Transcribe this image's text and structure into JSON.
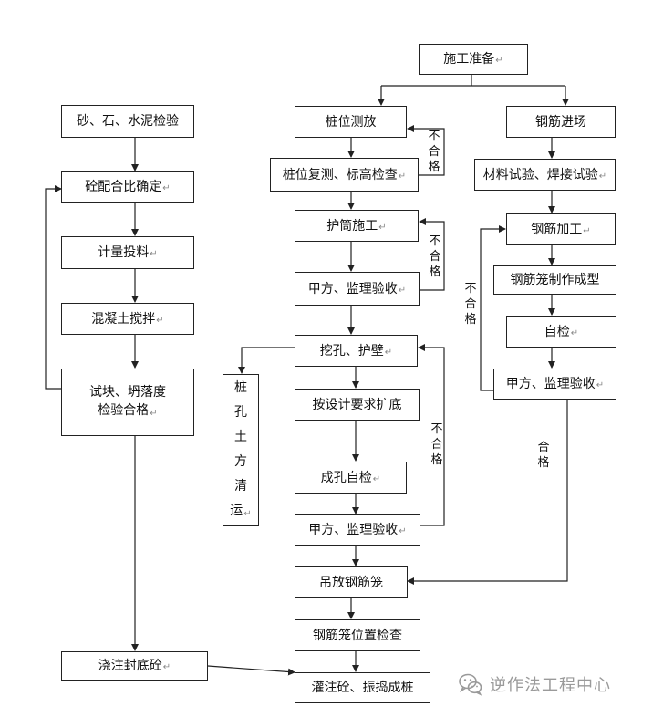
{
  "diagram": {
    "left_column": {
      "sand_stone_cement_test": "砂、石、水泥检验",
      "mix_ratio_determination": "砼配合比确定",
      "metering_feeding": "计量投料",
      "concrete_mixing": "混凝土搅拌",
      "test_block_slump_line1": "试块、坍落度",
      "test_block_slump_line2": "检验合格",
      "pour_bottom_seal": "浇注封底砼"
    },
    "center_column": {
      "construction_prep": "施工准备",
      "pile_position_survey": "桩位测放",
      "pile_recheck_elevation": "桩位复测、标高检查",
      "casing_construction": "护筒施工",
      "owner_supervisor_accept_1": "甲方、监理验收",
      "excavate_wall_protect": "挖孔、护壁",
      "design_enlarge_bottom": "按设计要求扩底",
      "hole_self_check": "成孔自检",
      "owner_supervisor_accept_2": "甲方、监理验收",
      "lift_rebar_cage": "吊放钢筋笼",
      "rebar_cage_position_check": "钢筋笼位置检查",
      "pour_vibrate_pile": "灌注砼、振捣成桩"
    },
    "side_box": {
      "chars": [
        "桩",
        "孔",
        "土",
        "方",
        "清",
        "运"
      ]
    },
    "right_column": {
      "rebar_entry": "钢筋进场",
      "material_test_welding": "材料试验、焊接试验",
      "rebar_processing": "钢筋加工",
      "rebar_cage_fabrication": "钢筋笼制作成型",
      "self_check": "自检",
      "owner_supervisor_accept_3": "甲方、监理验收"
    },
    "edge_labels": {
      "fail_1": "不合格",
      "fail_2": "不合格",
      "fail_3": "不合格",
      "fail_4": "不合格",
      "pass": "合格"
    },
    "paragraph_mark": "↵"
  },
  "watermark": {
    "text": "逆作法工程中心",
    "icon": "wechat-icon"
  },
  "colors": {
    "line": "#222222",
    "watermark": "#9a9a9a"
  }
}
